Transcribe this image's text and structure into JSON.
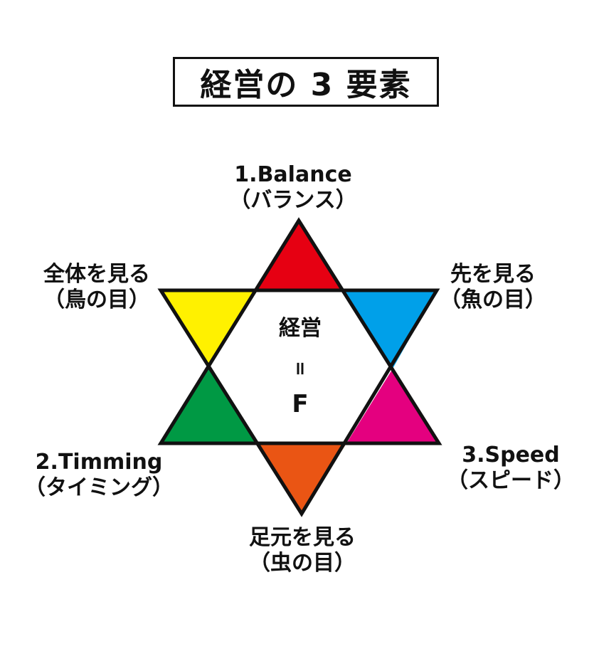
{
  "title": "経営の 3 要素",
  "center": {
    "line1": "経営",
    "line2": "=",
    "line3": "F"
  },
  "labels": {
    "top": {
      "line1": "1.Balance",
      "line2": "（バランス）"
    },
    "upper_left": {
      "line1": "全体を見る",
      "line2": "（鳥の目）"
    },
    "upper_right": {
      "line1": "先を見る",
      "line2": "（魚の目）"
    },
    "lower_left": {
      "line1": "2.Timming",
      "line2": "（タイミング）"
    },
    "lower_right": {
      "line1": "3.Speed",
      "line2": "（スピード）"
    },
    "bottom": {
      "line1": "足元を見る",
      "line2": "（虫の目）"
    }
  },
  "colors": {
    "top": "#e60012",
    "upper_left": "#fff100",
    "upper_right": "#00a0e9",
    "lower_left": "#009944",
    "lower_right": "#e4007f",
    "bottom": "#ea5514",
    "outline": "#111111"
  }
}
